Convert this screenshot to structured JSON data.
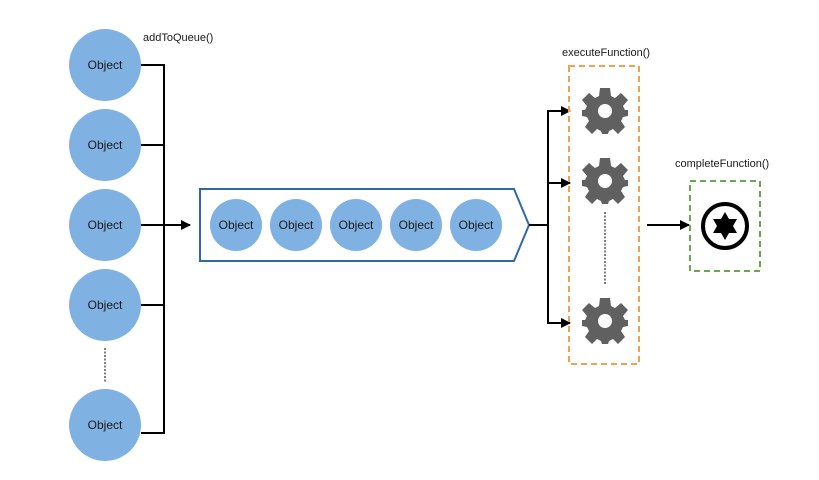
{
  "labels": {
    "add_to_queue": "addToQueue()",
    "execute_function": "executeFunction()",
    "complete_function": "completeFunction()"
  },
  "inputs": [
    "Object",
    "Object",
    "Object",
    "Object",
    "Object"
  ],
  "queue": [
    "Object",
    "Object",
    "Object",
    "Object",
    "Object"
  ],
  "colors": {
    "object_fill": "#7fb1e3",
    "queue_border": "#2f6aa3",
    "execute_border": "#f0a050",
    "complete_border": "#6aa84f",
    "gear": "#606060",
    "line": "#000000",
    "dots": "#808080"
  },
  "icons": {
    "gear": "gear-icon",
    "complete": "star-of-david-icon"
  }
}
